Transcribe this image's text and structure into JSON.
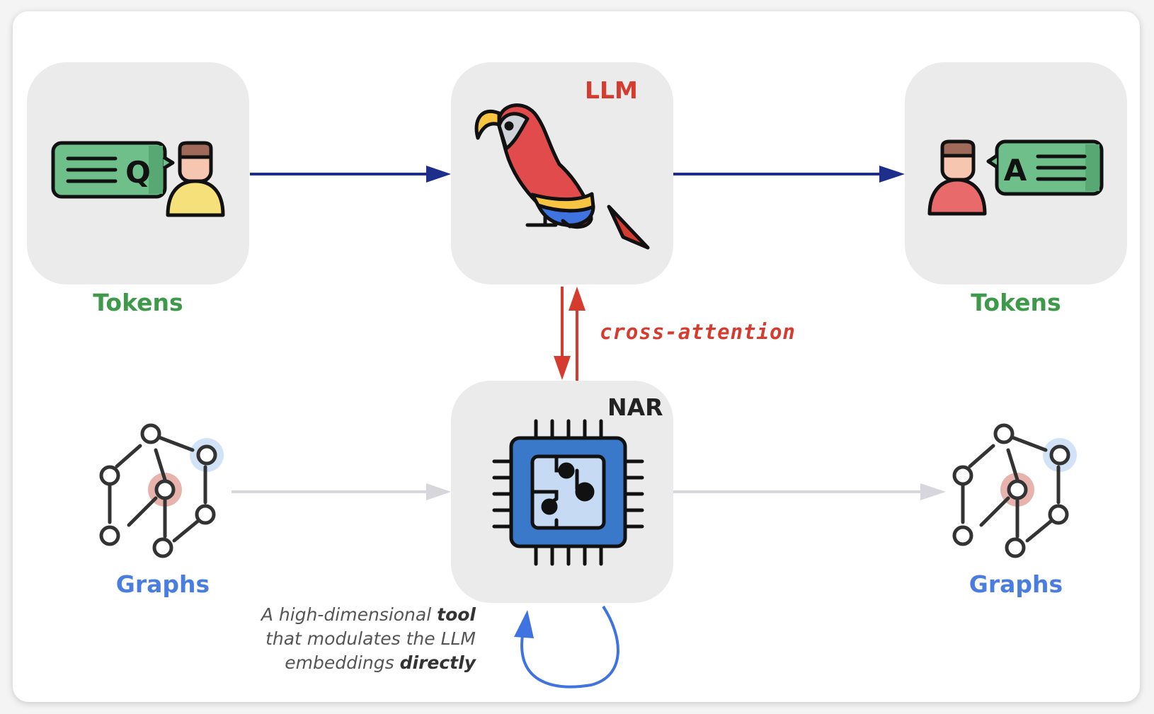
{
  "nodes": {
    "llm_label": "LLM",
    "nar_label": "NAR",
    "tokens_in_label": "Tokens",
    "tokens_out_label": "Tokens",
    "graphs_in_label": "Graphs",
    "graphs_out_label": "Graphs"
  },
  "edges": {
    "cross_attention_label": "cross-attention"
  },
  "caption": {
    "line1_a": "A high-dimensional ",
    "line1_b": "tool",
    "line2": "that modulates the LLM",
    "line3_a": "embeddings ",
    "line3_b": "directly"
  },
  "icons": {
    "question": "Q",
    "answer": "A"
  },
  "colors": {
    "tokens": "#3e9a4a",
    "graphs": "#4a7de0",
    "llm": "#d63b2f",
    "arrow_blue": "#1d2f8a",
    "arrow_red": "#d63b2f",
    "arrow_grey": "#d6d6dc",
    "loop_blue": "#3f73e0"
  }
}
